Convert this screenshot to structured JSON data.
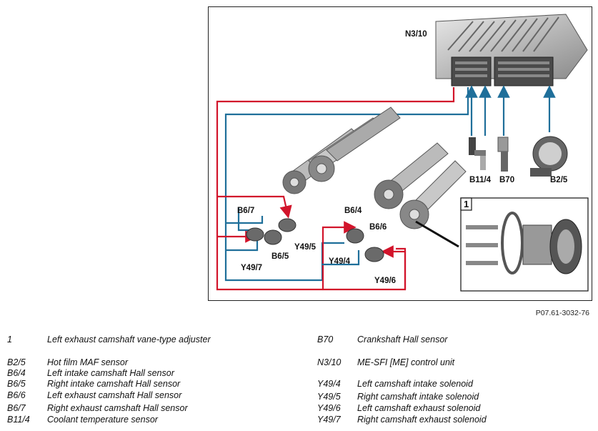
{
  "figure": {
    "labels": {
      "control_unit": "N3/10",
      "coolant": "B11/4",
      "crank": "B70",
      "maf": "B2/5",
      "b67": "B6/7",
      "b64": "B6/4",
      "b66": "B6/6",
      "b65": "B6/5",
      "y495": "Y49/5",
      "y494": "Y49/4",
      "y497": "Y49/7",
      "y496": "Y49/6",
      "inset_number": "1"
    },
    "colors": {
      "signal_in": "#1f6f9a",
      "signal_out": "#d2142b",
      "frame": "#222222"
    }
  },
  "reference": "P07.61-3032-76",
  "legend": {
    "left": [
      {
        "code": "1",
        "desc": "Left exhaust camshaft vane-type adjuster"
      },
      {
        "code": "B2/5",
        "desc": "Hot film MAF sensor"
      },
      {
        "code": "B6/4",
        "desc": "Left intake camshaft Hall sensor"
      },
      {
        "code": "B6/5",
        "desc": "Right intake camshaft Hall sensor"
      },
      {
        "code": "B6/6",
        "desc": "Left exhaust camshaft Hall sensor"
      },
      {
        "code": "B6/7",
        "desc": "Right exhaust camshaft Hall sensor"
      },
      {
        "code": "B11/4",
        "desc": "Coolant temperature sensor"
      }
    ],
    "right": [
      {
        "code": "B70",
        "desc": "Crankshaft Hall sensor"
      },
      {
        "code": "N3/10",
        "desc": "ME-SFI [ME] control unit"
      },
      {
        "code": "Y49/4",
        "desc": "Left camshaft intake solenoid"
      },
      {
        "code": "Y49/5",
        "desc": "Right camshaft intake solenoid"
      },
      {
        "code": "Y49/6",
        "desc": "Left camshaft exhaust solenoid"
      },
      {
        "code": "Y49/7",
        "desc": "Right camshaft exhaust solenoid"
      }
    ]
  }
}
